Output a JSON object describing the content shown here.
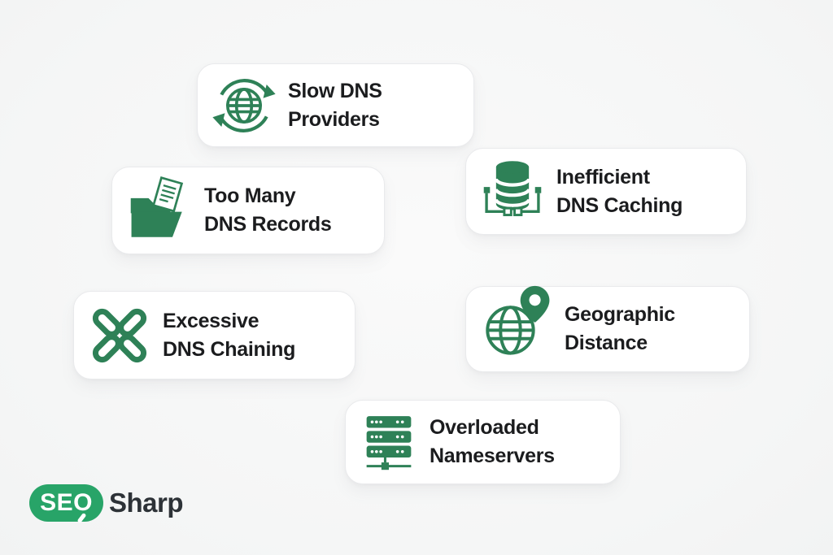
{
  "page": {
    "background_color": "#f5f6f6",
    "card_background": "#ffffff",
    "card_border_color": "#e9eaec",
    "title_text_color": "#1b1c1e",
    "icon_green": "#2E8157"
  },
  "cards": [
    {
      "icon": "globe-sync-icon",
      "title_line1": "Slow DNS",
      "title_line2": "Providers"
    },
    {
      "icon": "database-network-icon",
      "title_line1": "Inefficient",
      "title_line2": "DNS Caching"
    },
    {
      "icon": "open-folder-documents-icon",
      "title_line1": "Too Many",
      "title_line2": "DNS Records"
    },
    {
      "icon": "chain-links-icon",
      "title_line1": "Excessive",
      "title_line2": "DNS Chaining"
    },
    {
      "icon": "globe-location-pin-icon",
      "title_line1": "Geographic",
      "title_line2": "Distance"
    },
    {
      "icon": "server-stack-icon",
      "title_line1": "Overloaded",
      "title_line2": "Nameservers"
    }
  ],
  "brand": {
    "wordmark_seo": "SEO",
    "wordmark_sharp": "Sharp",
    "pill_color": "#28a468",
    "sharp_text_color": "#2d3237"
  }
}
